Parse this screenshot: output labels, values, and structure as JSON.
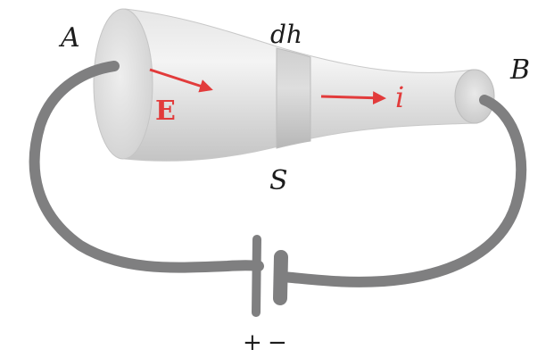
{
  "labels": {
    "end_a": "A",
    "end_b": "B",
    "element_length": "dh",
    "cross_section": "S",
    "field": "E",
    "current": "i",
    "battery_plus": "+",
    "battery_minus": "−"
  },
  "colors": {
    "arrow": "#e23b3b",
    "wire": "#7f7f80",
    "text": "#1c1c1c",
    "conductor_light": "#f3f3f3",
    "conductor_mid": "#dcdcdc",
    "conductor_dark": "#bcbcbc"
  }
}
